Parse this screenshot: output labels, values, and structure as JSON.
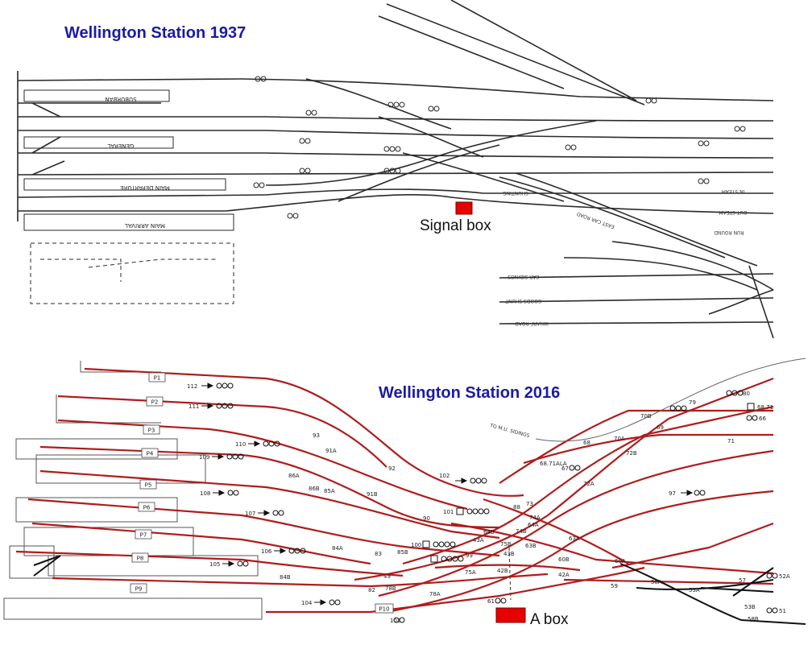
{
  "top_diagram": {
    "title": "Wellington Station 1937",
    "callout": "Signal box",
    "platform_labels": [
      "SUBURBAN",
      "GENERAL",
      "MAIN DEPARTURE",
      "MAIN ARRIVAL"
    ],
    "road_labels": [
      "IN STEAM",
      "OUT STEAM",
      "RUN ROUND",
      "EAST CAR ROAD",
      "CAR SIDINGS",
      "GOODS SHUNT",
      "WHARF ROAD",
      "SHUNTING"
    ]
  },
  "bottom_diagram": {
    "title": "Wellington Station 2016",
    "callout": "A box",
    "platforms": [
      "P1",
      "P2",
      "P3",
      "P4",
      "P5",
      "P6",
      "P7",
      "P8",
      "P9",
      "P10"
    ],
    "sidings_label": "TO M.U. SIDINGS",
    "signal_numbers": [
      "112",
      "111",
      "110",
      "109",
      "108",
      "107",
      "106",
      "105",
      "104",
      "103",
      "102",
      "101",
      "100",
      "99",
      "97",
      "80",
      "79",
      "68.71",
      "66",
      "67",
      "61",
      "51",
      "52A"
    ],
    "point_numbers": [
      "93",
      "91A",
      "92",
      "91B",
      "86A",
      "86B",
      "85A",
      "84A",
      "84B",
      "85B",
      "83",
      "82",
      "78A",
      "78B",
      "90",
      "88",
      "73",
      "74A",
      "74B",
      "75B",
      "64A",
      "64B",
      "63B",
      "63A",
      "43A",
      "43B",
      "42B",
      "75A",
      "60B",
      "42A",
      "60A",
      "59",
      "58A",
      "53A",
      "53B",
      "57",
      "58B",
      "72A",
      "72B",
      "70A",
      "70B",
      "69",
      "68",
      "71",
      "49",
      "68.71ALA"
    ]
  },
  "colors": {
    "title": "#1a1aa8",
    "track_2016": "#b01c1c",
    "track_1937": "#2a2a2a",
    "box": "#e60000"
  }
}
